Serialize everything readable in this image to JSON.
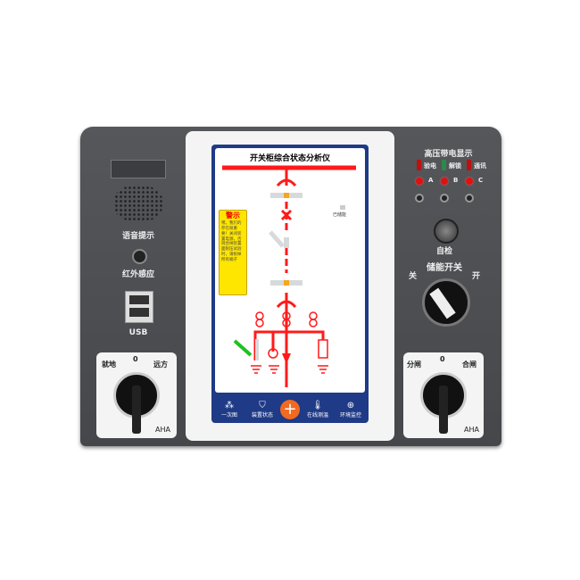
{
  "screen": {
    "title": "开关柜综合状态分析仪",
    "stored_label": "已储能",
    "warning_title": "警示",
    "warning_text": "嘿，我们的存在很重要！关闭装置电源，否则合闸装置面耐压试验时，请拆掉所有端子",
    "nav": [
      {
        "label": "一次图",
        "icon": "diagram-icon"
      },
      {
        "label": "装置状态",
        "icon": "shield-icon"
      },
      {
        "label": "+",
        "icon": "plus-icon"
      },
      {
        "label": "在线测温",
        "icon": "thermometer-icon"
      },
      {
        "label": "环境监控",
        "icon": "monitor-icon"
      }
    ]
  },
  "left_panel": {
    "voice_label": "语音提示",
    "ir_label": "红外感应",
    "usb_label": "USB",
    "knob": {
      "left": "就地",
      "zero": "0",
      "right": "远方",
      "brand": "AHA"
    }
  },
  "right_panel": {
    "hv_title": "高压带电显示",
    "indicators": [
      "验电",
      "解锁",
      "通讯"
    ],
    "phases": [
      "A",
      "B",
      "C"
    ],
    "self_test": "自检",
    "storage_title": "储能开关",
    "storage_off": "关",
    "storage_on": "开",
    "knob": {
      "left": "分闸",
      "zero": "0",
      "right": "合闸",
      "brand": "AHA"
    }
  },
  "colors": {
    "body": "#4f5155",
    "screen_frame": "#1f3a86",
    "line": "#ff1a1a",
    "nav_plus": "#f26a21"
  }
}
